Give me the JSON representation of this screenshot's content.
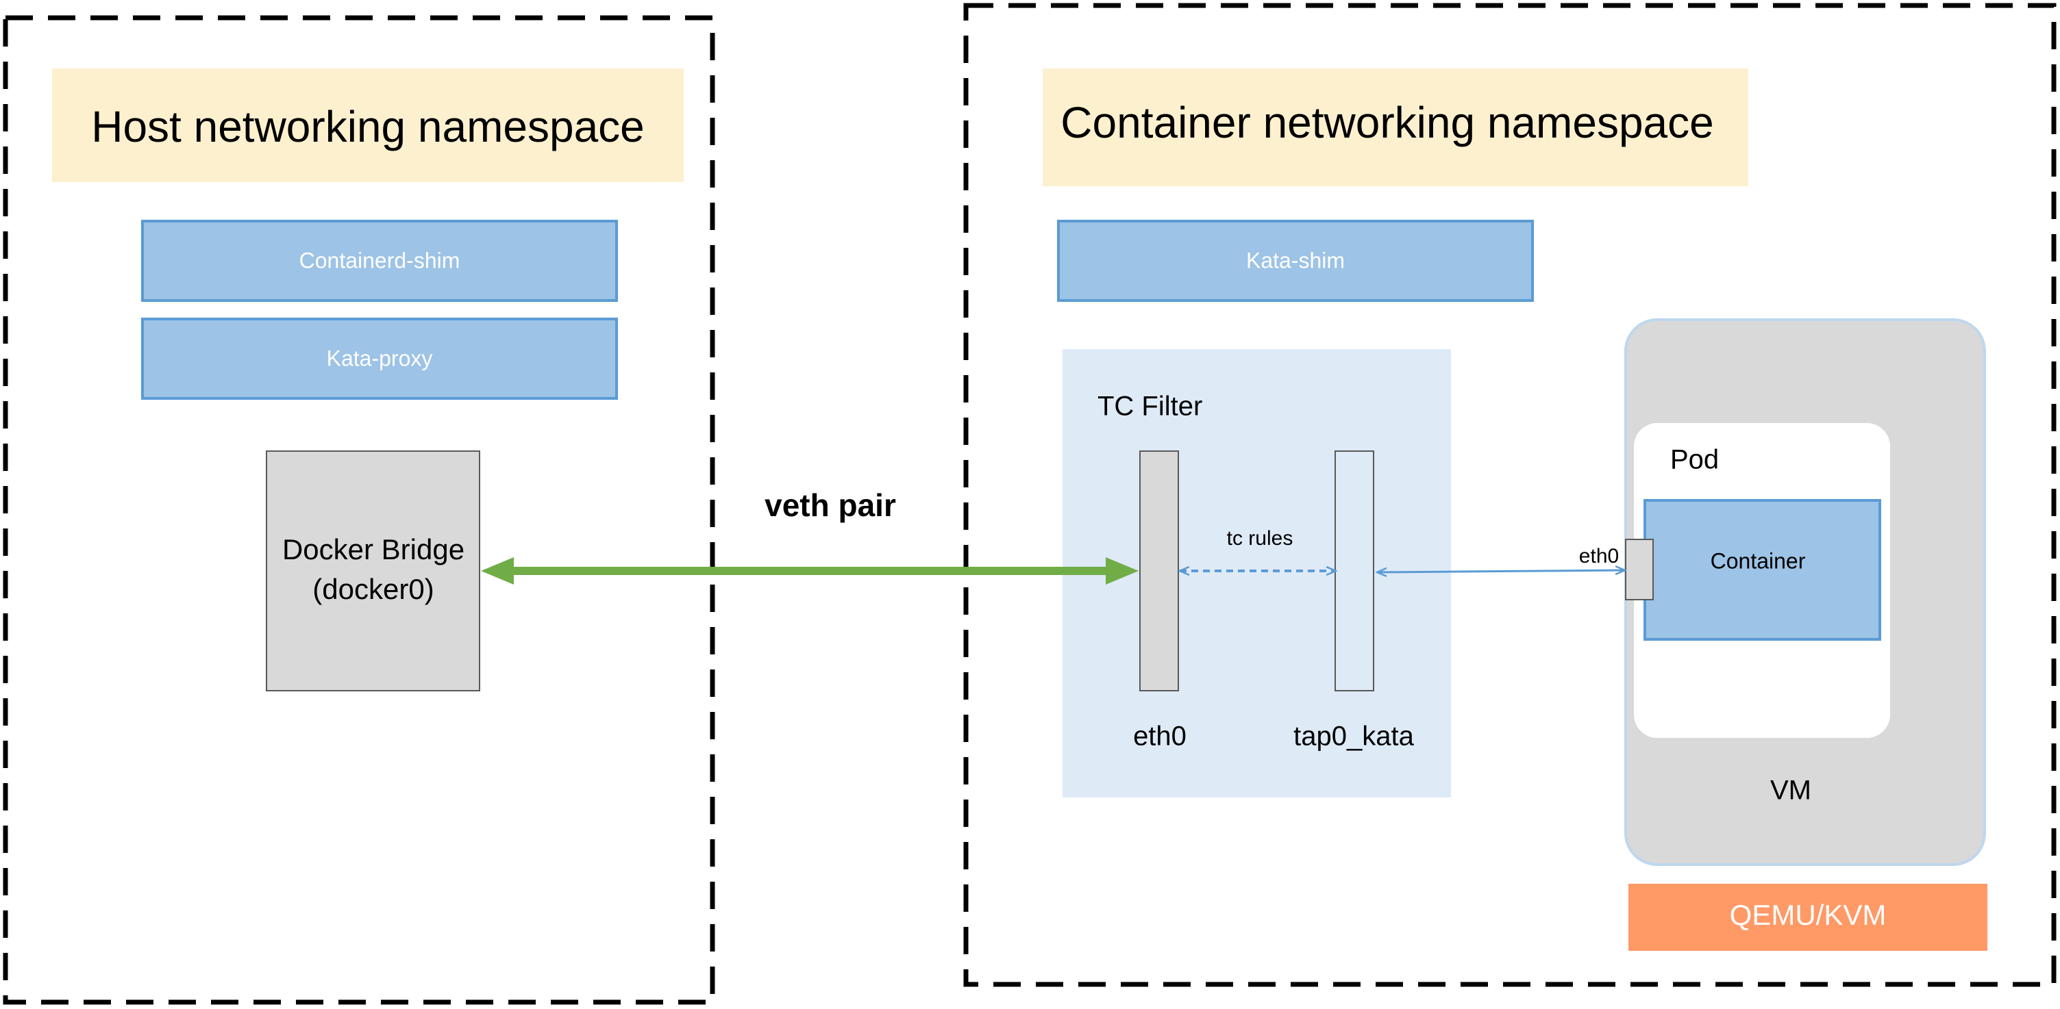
{
  "diagram": {
    "host": {
      "title": "Host networking namespace",
      "containerd_shim": "Containerd-shim",
      "kata_proxy": "Kata-proxy",
      "docker_bridge_line1": "Docker Bridge",
      "docker_bridge_line2": "(docker0)"
    },
    "container_ns": {
      "title": "Container networking namespace",
      "kata_shim": "Kata-shim",
      "tc_filter": "TC Filter",
      "eth0_label": "eth0",
      "tap0_label": "tap0_kata",
      "tc_rules": "tc rules",
      "vm_label": "VM",
      "pod_label": "Pod",
      "container_label": "Container",
      "pod_eth0": "eth0",
      "qemu_kvm": "QEMU/KVM"
    },
    "veth_pair": "veth pair",
    "colors": {
      "title_bg": "#fdf0cf",
      "shim_blue": "#9dc3e6",
      "shim_border": "#5b9bd5",
      "tc_bg": "#deeaf6",
      "bridge_gray": "#d9d9d9",
      "vm_gray": "#d9d9d9",
      "vm_border": "#bdd7ee",
      "pod_white": "#ffffff",
      "qemu_orange": "#ff9966",
      "veth_green": "#70ad47",
      "link_blue": "#5b9bd5",
      "dash_border": "#000000"
    }
  }
}
